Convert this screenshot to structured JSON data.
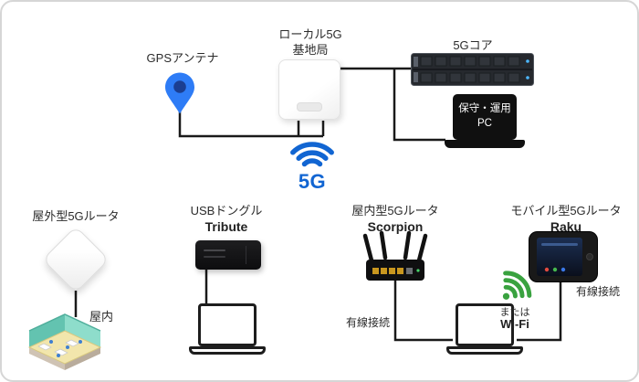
{
  "colors": {
    "signal_blue": "#1165d2",
    "gps_pin_blue": "#2e7cf6",
    "wifi_green": "#39a23f",
    "connector_black": "#1a1a1a",
    "text_dark": "#2b2b2b"
  },
  "top": {
    "gps_label": "GPSアンテナ",
    "base_station_label_1": "ローカル5G",
    "base_station_label_2": "基地局",
    "core_label": "5Gコア",
    "pc_label_1": "保守・運用",
    "pc_label_2": "PC",
    "signal_label": "5G"
  },
  "bottom": {
    "outdoor": {
      "type_label": "屋外型5Gルータ",
      "indoor_label": "屋内"
    },
    "dongle": {
      "type_label": "USBドングル",
      "name": "Tribute"
    },
    "indoor_router": {
      "type_label": "屋内型5Gルータ",
      "name": "Scorpion",
      "wired_label": "有線接続"
    },
    "mobile_router": {
      "type_label": "モバイル型5Gルータ",
      "name": "Raku",
      "wired_label": "有線接続",
      "or_label": "または",
      "wifi_label": "Wi-Fi"
    }
  }
}
